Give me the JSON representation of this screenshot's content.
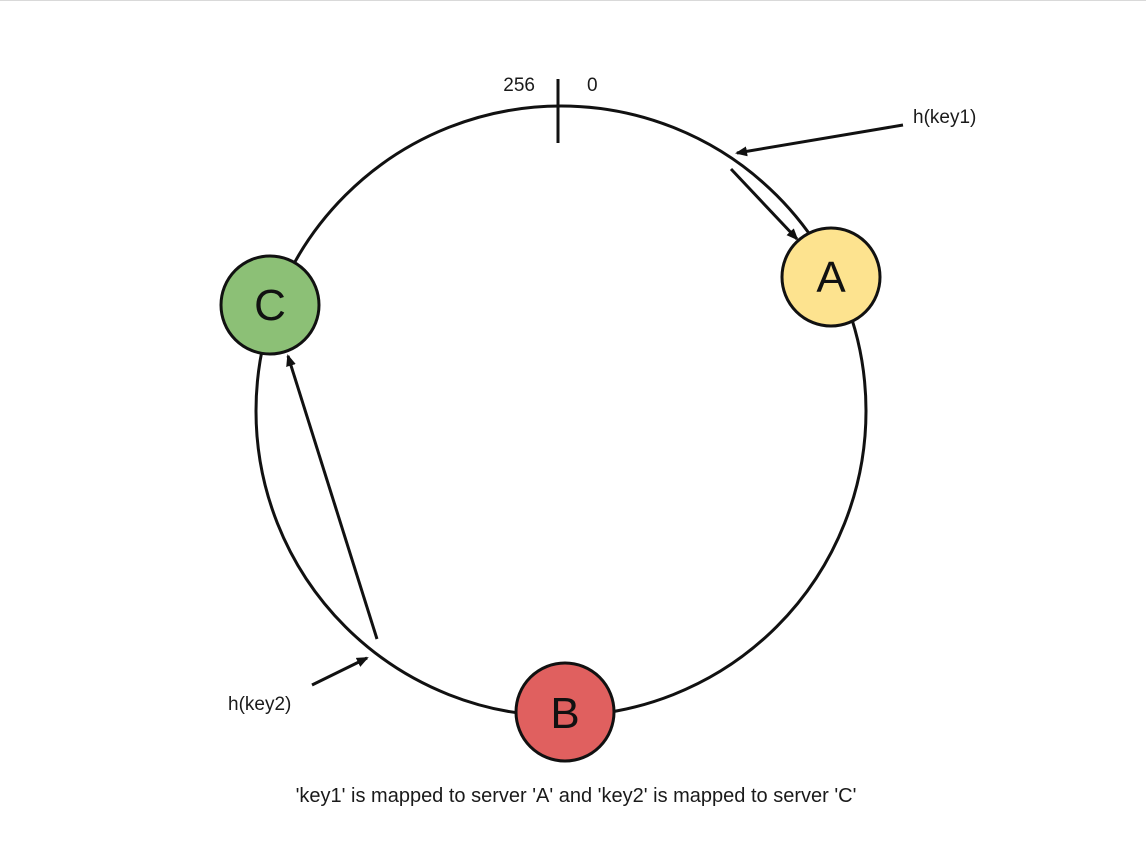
{
  "ring": {
    "label_end": "256",
    "label_start": "0"
  },
  "nodes": [
    {
      "id": "A",
      "label": "A",
      "color": "#fde38f"
    },
    {
      "id": "B",
      "label": "B",
      "color": "#e0605f"
    },
    {
      "id": "C",
      "label": "C",
      "color": "#8cc076"
    }
  ],
  "keys": [
    {
      "id": "key1",
      "label": "h(key1)"
    },
    {
      "id": "key2",
      "label": "h(key2)"
    }
  ],
  "caption": "'key1' is mapped to server 'A' and 'key2' is mapped to server 'C'"
}
